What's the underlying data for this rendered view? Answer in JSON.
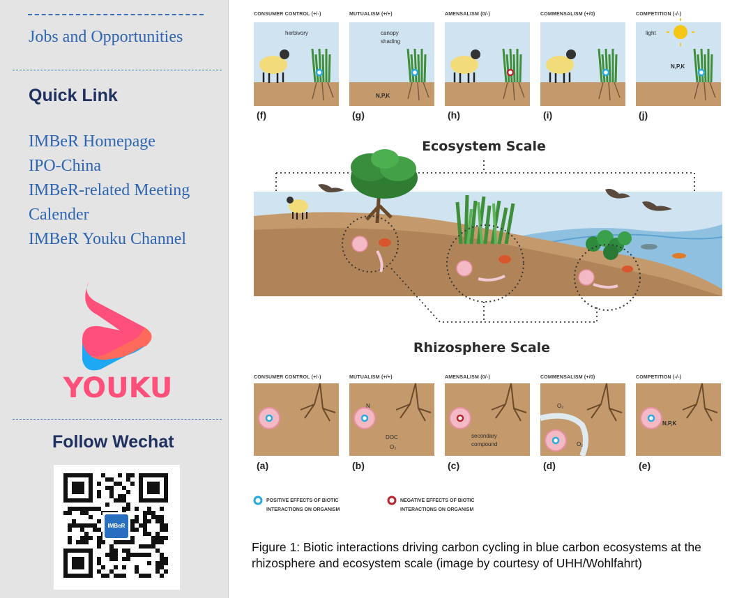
{
  "sidebar": {
    "jobs_link": "Jobs and Opportunities",
    "quick_link_heading": "Quick Link",
    "links": [
      "IMBeR Homepage",
      "IPO-China",
      "IMBeR-related Meeting",
      "Calender",
      "IMBeR Youku Channel"
    ],
    "youku_text": "YOUKU",
    "follow_heading": "Follow Wechat",
    "qr_badge_text": "IMBeR"
  },
  "figure": {
    "top_panels": [
      {
        "title": "CONSUMER CONTROL (+/-)",
        "letter": "(f)",
        "label": "herbivory"
      },
      {
        "title": "MUTUALISM (+/+)",
        "letter": "(g)",
        "label": "canopy",
        "label2": "shading",
        "nutrients": "N,P,K"
      },
      {
        "title": "AMENSALISM (0/-)",
        "letter": "(h)"
      },
      {
        "title": "COMMENSALISM (+/0)",
        "letter": "(i)"
      },
      {
        "title": "COMPETITION (-/-)",
        "letter": "(j)",
        "label": "light",
        "nutrients": "N,P,K"
      }
    ],
    "ecosystem_title": "Ecosystem Scale",
    "rhizosphere_title": "Rhizosphere Scale",
    "bottom_panels": [
      {
        "title": "CONSUMER CONTROL (+/-)",
        "letter": "(a)"
      },
      {
        "title": "MUTUALISM (+/+)",
        "letter": "(b)",
        "label": "N",
        "label2": "DOC",
        "label3": "O₂"
      },
      {
        "title": "AMENSALISM (0/-)",
        "letter": "(c)",
        "label": "secondary",
        "label2": "compound"
      },
      {
        "title": "COMMENSALISM (+/0)",
        "letter": "(d)",
        "label": "O₂",
        "label2": "O₂"
      },
      {
        "title": "COMPETITION (-/-)",
        "letter": "(e)",
        "nutrients": "N,P,K"
      }
    ],
    "legend": {
      "positive_line1": "POSITIVE EFFECTS OF BIOTIC",
      "positive_line2": "INTERACTIONS ON ORGANISM",
      "negative_line1": "NEGATIVE EFFECTS OF BIOTIC",
      "negative_line2": "INTERACTIONS ON ORGANISM"
    },
    "caption": "Figure 1: Biotic interactions driving carbon cycling in blue carbon ecosystems at the rhizosphere and ecosystem scale (image by courtesy of UHH/Wohlfahrt)"
  },
  "colors": {
    "link_blue": "#2e65b3",
    "heading_navy": "#1e3160",
    "sky": "#cfe3f1",
    "soil": "#c49a6c",
    "positive": "#2aa9df",
    "negative": "#b8242f",
    "youku_pink": "#ff4f7b",
    "youku_blue": "#1ea7f2"
  },
  "icons": [
    "youku-logo",
    "wechat-qr-code",
    "sheep-icon",
    "grass-icon",
    "tree-icon",
    "sun-icon",
    "bird-icon",
    "fish-icon",
    "crab-icon",
    "microbe-icon"
  ]
}
